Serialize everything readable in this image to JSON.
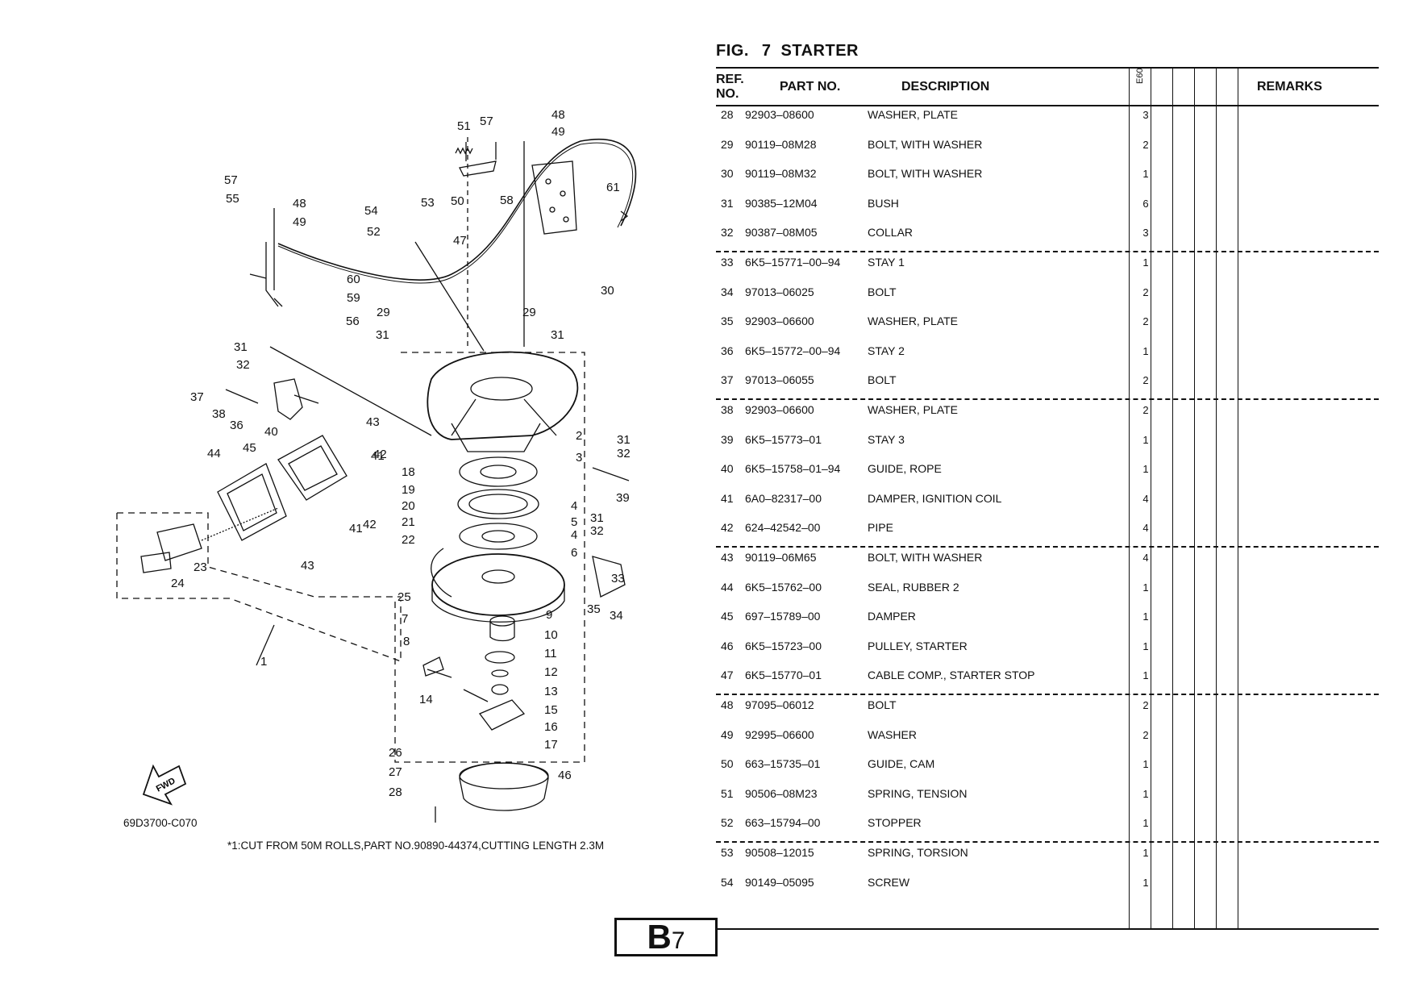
{
  "figure": {
    "label": "FIG.",
    "number": "7",
    "name": "STARTER"
  },
  "table_headers": {
    "ref_line1": "REF.",
    "ref_line2": "NO.",
    "part_no": "PART NO.",
    "description": "DESCRIPTION",
    "model": "E60",
    "remarks": "REMARKS"
  },
  "parts": [
    {
      "ref": "28",
      "part": "92903–08600",
      "desc": "WASHER, PLATE",
      "qty": "3"
    },
    {
      "ref": "29",
      "part": "90119–08M28",
      "desc": "BOLT, WITH WASHER",
      "qty": "2"
    },
    {
      "ref": "30",
      "part": "90119–08M32",
      "desc": "BOLT, WITH WASHER",
      "qty": "1"
    },
    {
      "ref": "31",
      "part": "90385–12M04",
      "desc": "BUSH",
      "qty": "6"
    },
    {
      "ref": "32",
      "part": "90387–08M05",
      "desc": "COLLAR",
      "qty": "3"
    },
    {
      "ref": "33",
      "part": "6K5–15771–00–94",
      "desc": "STAY 1",
      "qty": "1"
    },
    {
      "ref": "34",
      "part": "97013–06025",
      "desc": "BOLT",
      "qty": "2"
    },
    {
      "ref": "35",
      "part": "92903–06600",
      "desc": "WASHER, PLATE",
      "qty": "2"
    },
    {
      "ref": "36",
      "part": "6K5–15772–00–94",
      "desc": "STAY 2",
      "qty": "1"
    },
    {
      "ref": "37",
      "part": "97013–06055",
      "desc": "BOLT",
      "qty": "2"
    },
    {
      "ref": "38",
      "part": "92903–06600",
      "desc": "WASHER, PLATE",
      "qty": "2"
    },
    {
      "ref": "39",
      "part": "6K5–15773–01",
      "desc": "STAY 3",
      "qty": "1"
    },
    {
      "ref": "40",
      "part": "6K5–15758–01–94",
      "desc": "GUIDE, ROPE",
      "qty": "1"
    },
    {
      "ref": "41",
      "part": "6A0–82317–00",
      "desc": "DAMPER, IGNITION COIL",
      "qty": "4"
    },
    {
      "ref": "42",
      "part": "624–42542–00",
      "desc": "PIPE",
      "qty": "4"
    },
    {
      "ref": "43",
      "part": "90119–06M65",
      "desc": "BOLT, WITH WASHER",
      "qty": "4"
    },
    {
      "ref": "44",
      "part": "6K5–15762–00",
      "desc": "SEAL, RUBBER 2",
      "qty": "1"
    },
    {
      "ref": "45",
      "part": "697–15789–00",
      "desc": "DAMPER",
      "qty": "1"
    },
    {
      "ref": "46",
      "part": "6K5–15723–00",
      "desc": "PULLEY, STARTER",
      "qty": "1"
    },
    {
      "ref": "47",
      "part": "6K5–15770–01",
      "desc": "CABLE COMP., STARTER STOP",
      "qty": "1"
    },
    {
      "ref": "48",
      "part": "97095–06012",
      "desc": "BOLT",
      "qty": "2"
    },
    {
      "ref": "49",
      "part": "92995–06600",
      "desc": "WASHER",
      "qty": "2"
    },
    {
      "ref": "50",
      "part": "663–15735–01",
      "desc": "GUIDE, CAM",
      "qty": "1"
    },
    {
      "ref": "51",
      "part": "90506–08M23",
      "desc": "SPRING, TENSION",
      "qty": "1"
    },
    {
      "ref": "52",
      "part": "663–15794–00",
      "desc": "STOPPER",
      "qty": "1"
    },
    {
      "ref": "53",
      "part": "90508–12015",
      "desc": "SPRING, TORSION",
      "qty": "1"
    },
    {
      "ref": "54",
      "part": "90149–05095",
      "desc": "SCREW",
      "qty": "1"
    }
  ],
  "diagram": {
    "code": "69D3700-C070",
    "fwd_label": "FWD",
    "note": "*1:CUT FROM 50M ROLLS,PART NO.90890-44374,CUTTING LENGTH 2.3M",
    "callouts": [
      "1",
      "2",
      "3",
      "4",
      "4",
      "5",
      "6",
      "7",
      "8",
      "9",
      "10",
      "11",
      "12",
      "13",
      "14",
      "15",
      "16",
      "17",
      "18",
      "19",
      "20",
      "21",
      "22",
      "23",
      "24",
      "25",
      "26",
      "27",
      "28",
      "29",
      "29",
      "30",
      "31",
      "31",
      "31",
      "31",
      "31",
      "32",
      "32",
      "32",
      "33",
      "34",
      "35",
      "36",
      "37",
      "38",
      "39",
      "40",
      "41",
      "41",
      "42",
      "42",
      "43",
      "43",
      "44",
      "45",
      "46",
      "47",
      "48",
      "48",
      "49",
      "49",
      "50",
      "51",
      "52",
      "53",
      "54",
      "55",
      "56",
      "57",
      "57",
      "58",
      "59",
      "60",
      "61"
    ]
  },
  "page": {
    "letter": "B",
    "number": "7"
  }
}
